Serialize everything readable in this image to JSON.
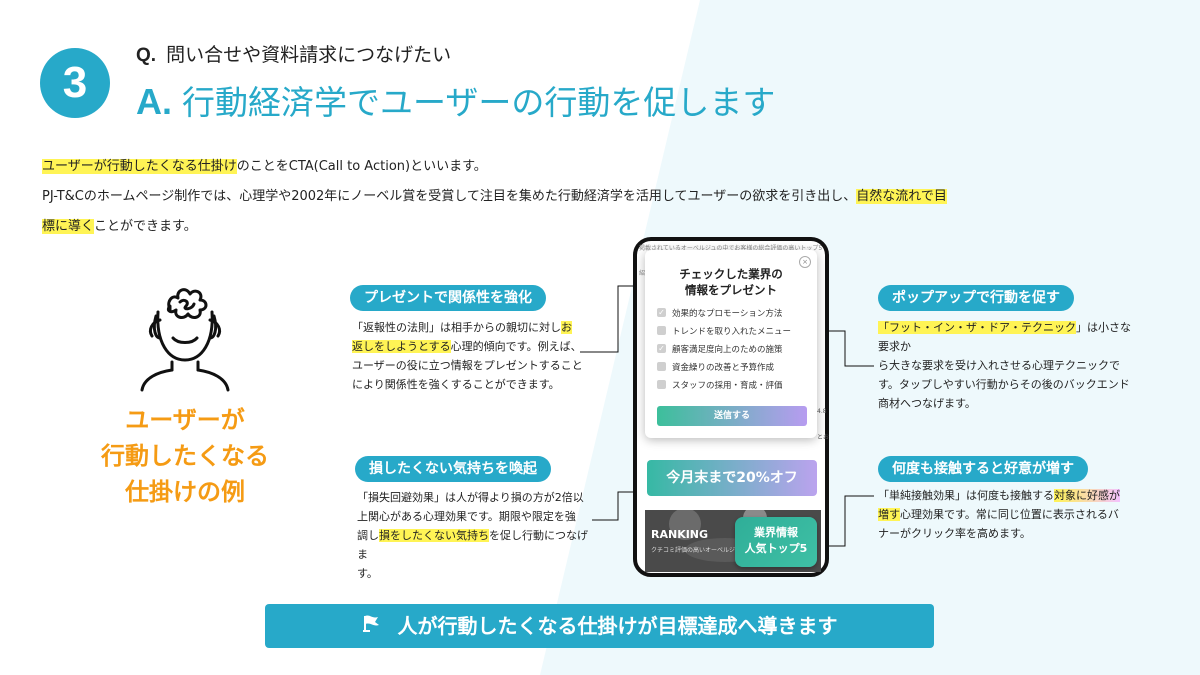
{
  "colors": {
    "accent": "#27a9c9",
    "highlight": "#fff455",
    "orange": "#f59b14"
  },
  "header": {
    "number": "3",
    "q_prefix": "Q.",
    "question": "問い合せや資料請求につなげたい",
    "a_prefix": "A.",
    "answer": "行動経済学でユーザーの行動を促します"
  },
  "intro": {
    "line1_hl": "ユーザーが行動したくなる仕掛け",
    "line1_rest": "のことをCTA(Call to Action)といいます。",
    "line2_pre": "PJ-T&Cのホームページ制作では、心理学や2002年にノーベル賞を受賞して注目を集めた行動経済学を活用してユーザーの欲求を引き出し、",
    "line2_hl1": "自然な流れで目",
    "line2_hl2": "標に導く",
    "line2_rest": "ことができます。"
  },
  "left_visual": {
    "icon": "thinking-head-icon",
    "caption_line1": "ユーザーが",
    "caption_line2": "行動したくなる",
    "caption_line3": "仕掛けの例"
  },
  "cards": {
    "present": {
      "title": "プレゼントで関係性を強化",
      "t1": "「返報性の法則」は相手からの親切に対し",
      "t1_hl": "お",
      "t2_hl": "返しをしようとする",
      "t2": "心理的傾向です。例えば、",
      "t3": "ユーザーの役に立つ情報をプレゼントすること",
      "t4": "により関係性を強くすることができます。"
    },
    "loss": {
      "title": "損したくない気持ちを喚起",
      "t1": "「損失回避効果」は人が得より損の方が2倍以",
      "t2": "上関心がある心理効果です。期限や限定を強",
      "t3_pre": "調し",
      "t3_hl": "損をしたくない気持ち",
      "t3_rest": "を促し行動につなげま",
      "t4": "す。"
    },
    "popup": {
      "title": "ポップアップで行動を促す",
      "t1_hl": "「フット・イン・ザ・ドア・テクニック",
      "t1": "」は小さな要求か",
      "t2": "ら大きな要求を受け入れさせる心理テクニックで",
      "t3": "す。タップしやすい行動からその後のバックエンド",
      "t4": "商材へつなげます。"
    },
    "repeat": {
      "title": "何度も接触すると好意が増す",
      "t1_pre": "「単純接触効果」は何度も接触する",
      "t1_hl": "対象に好感が",
      "t2_hl": "増す",
      "t2": "心理効果です。常に同じ位置に表示されるバ",
      "t3": "ナーがクリック率を高めます。"
    }
  },
  "phone": {
    "bg_text_top": "掲載されているオーベルジュの中でお客様の総合評価の高いトップ5",
    "bg_text_2": "紹介",
    "popup_title_1": "チェックした業界の",
    "popup_title_2": "情報をプレゼント",
    "close_icon": "close-icon",
    "options": [
      {
        "label": "効果的なプロモーション方法",
        "checked": true
      },
      {
        "label": "トレンドを取り入れたメニュー",
        "checked": false
      },
      {
        "label": "顧客満足度向上のための施策",
        "checked": true
      },
      {
        "label": "資金繰りの改善と予算作成",
        "checked": false
      },
      {
        "label": "スタッフの採用・育成・評価",
        "checked": false
      }
    ],
    "send_label": "送信する",
    "side_num": "4.8",
    "side_text": "とお",
    "discount_banner": "今月末まで20%オフ",
    "ranking_label": "RANKING",
    "ranking_sub": "クチコミ評価の高いオーベルジュ",
    "ranking_button_1": "業界情報",
    "ranking_button_2": "人気トップ5"
  },
  "cta": {
    "icon": "flag-icon",
    "label": "人が行動したくなる仕掛けが目標達成へ導きます"
  }
}
